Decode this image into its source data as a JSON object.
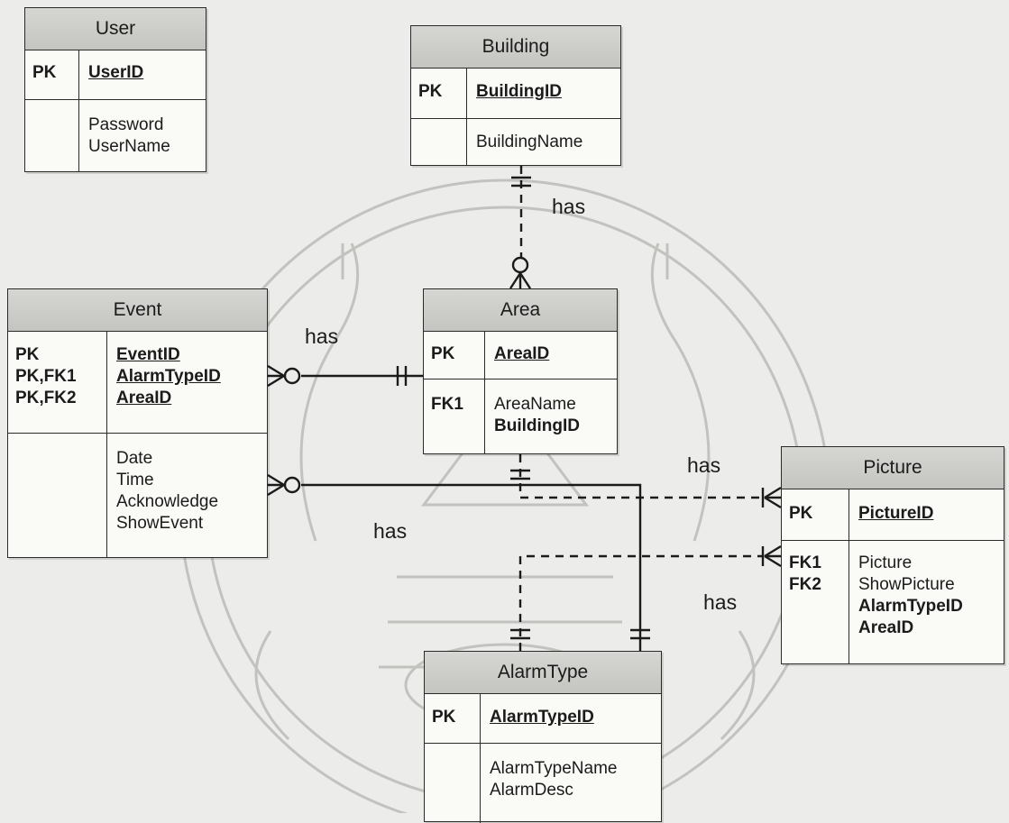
{
  "entities": {
    "user": {
      "name": "User",
      "pk_keys": [
        "PK"
      ],
      "pk_attrs": [
        "UserID"
      ],
      "attr_keys": [
        "",
        ""
      ],
      "attrs": [
        "Password",
        "UserName"
      ]
    },
    "building": {
      "name": "Building",
      "pk_keys": [
        "PK"
      ],
      "pk_attrs": [
        "BuildingID"
      ],
      "attr_keys": [
        ""
      ],
      "attrs": [
        "BuildingName"
      ]
    },
    "area": {
      "name": "Area",
      "pk_keys": [
        "PK"
      ],
      "pk_attrs": [
        "AreaID"
      ],
      "attr_keys": [
        "",
        "FK1"
      ],
      "attrs": [
        "AreaName",
        "BuildingID"
      ]
    },
    "event": {
      "name": "Event",
      "pk_keys": [
        "PK",
        "PK,FK1",
        "PK,FK2"
      ],
      "pk_attrs": [
        "EventID",
        "AlarmTypeID",
        "AreaID"
      ],
      "attr_keys": [
        "",
        "",
        "",
        ""
      ],
      "attrs": [
        "Date",
        "Time",
        "Acknowledge",
        "ShowEvent"
      ]
    },
    "picture": {
      "name": "Picture",
      "pk_keys": [
        "PK"
      ],
      "pk_attrs": [
        "PictureID"
      ],
      "attr_keys": [
        "",
        "",
        "FK1",
        "FK2"
      ],
      "attrs": [
        "Picture",
        "ShowPicture",
        "AlarmTypeID",
        "AreaID"
      ]
    },
    "alarmtype": {
      "name": "AlarmType",
      "pk_keys": [
        "PK"
      ],
      "pk_attrs": [
        "AlarmTypeID"
      ],
      "attr_keys": [
        "",
        ""
      ],
      "attrs": [
        "AlarmTypeName",
        "AlarmDesc"
      ]
    }
  },
  "relationships": {
    "building_area": "has",
    "area_event": "has",
    "alarmtype_event": "has",
    "area_picture": "has",
    "alarmtype_picture": "has"
  },
  "colors": {
    "header_fill": "#c8c8c5",
    "line": "#1b1b1b",
    "watermark": "#b8b8b5"
  }
}
